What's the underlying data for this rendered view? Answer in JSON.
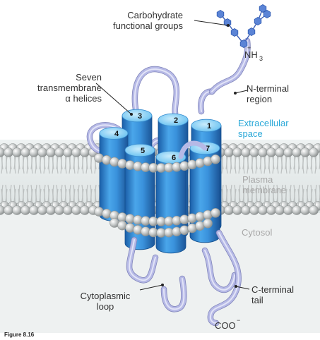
{
  "labels": {
    "carb_l1": "Carbohydrate",
    "carb_l2": "functional groups",
    "seven_l1": "Seven",
    "seven_l2": "transmembrane",
    "seven_l3": "α helices",
    "nterm_l1": "N-terminal",
    "nterm_l2": "region",
    "extra_l1": "Extracellular",
    "extra_l2": "space",
    "plasma_l1": "Plasma",
    "plasma_l2": "membrane",
    "cytosol": "Cytosol",
    "cyto_l1": "Cytoplasmic",
    "cyto_l2": "loop",
    "cterm_l1": "C-terminal",
    "cterm_l2": "tail",
    "figure": "Figure 8.16"
  },
  "chem": {
    "nh3": "NH",
    "nh3_sub": "3",
    "nh3_charge": "+",
    "coo": "COO",
    "coo_charge": "−"
  },
  "helices": [
    "1",
    "2",
    "3",
    "4",
    "5",
    "6",
    "7"
  ],
  "colors": {
    "helix": "#3e9be0",
    "helix_top": "#8fd3f6",
    "loop": "#b6b9e6",
    "carbohydrate": "#5b84d6",
    "extracellular_text": "#29a8d8",
    "lipid_head": "#a4a8a8"
  }
}
